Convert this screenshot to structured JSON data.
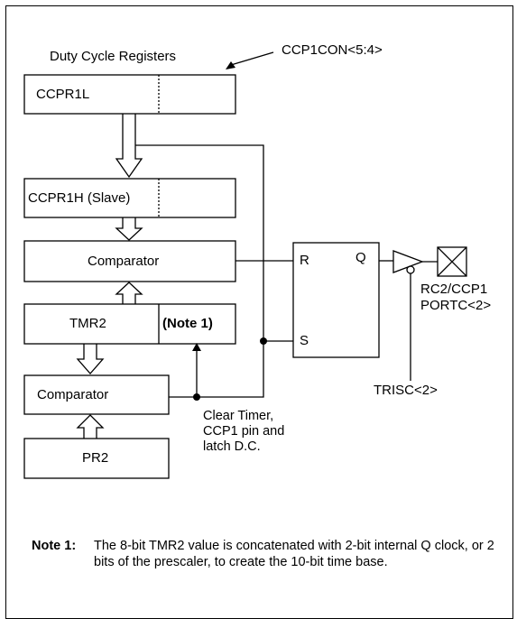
{
  "labels": {
    "duty_cycle_registers": "Duty Cycle Registers",
    "ccp1con": "CCP1CON<5:4>",
    "ccpr1l": "CCPR1L",
    "ccpr1h": "CCPR1H (Slave)",
    "comparator_top": "Comparator",
    "tmr2": "TMR2",
    "note1_tag": "(Note 1)",
    "comparator_bottom": "Comparator",
    "pr2": "PR2",
    "latch_r": "R",
    "latch_s": "S",
    "latch_q": "Q",
    "rc2_ccp1": "RC2/CCP1",
    "portc": "PORTC<2>",
    "trisc": "TRISC<2>",
    "clear_timer_1": "Clear Timer,",
    "clear_timer_2": "CCP1 pin and",
    "clear_timer_3": "latch D.C."
  },
  "note": {
    "head": "Note 1:",
    "body": "The 8-bit TMR2 value is concatenated with 2-bit internal Q clock, or 2 bits of the prescaler, to create the 10-bit time base."
  }
}
